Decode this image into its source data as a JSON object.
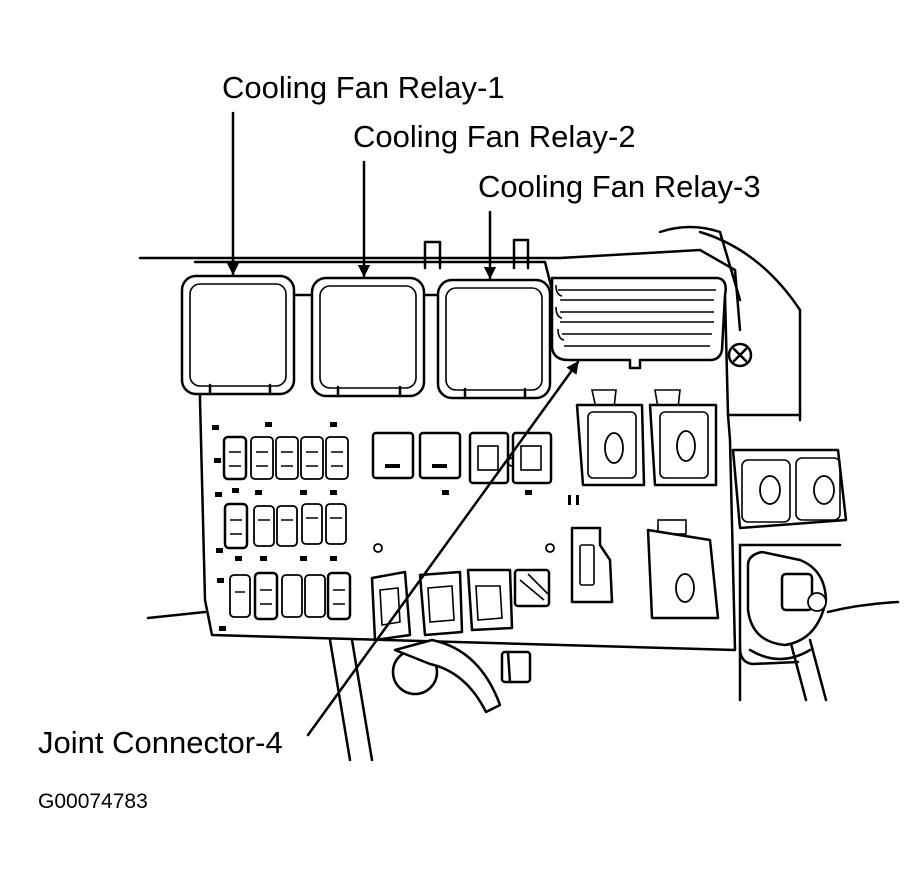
{
  "labels": {
    "relay1": "Cooling Fan Relay-1",
    "relay2": "Cooling Fan Relay-2",
    "relay3": "Cooling Fan Relay-3",
    "joint": "Joint Connector-4",
    "figure_id": "G00074783"
  }
}
